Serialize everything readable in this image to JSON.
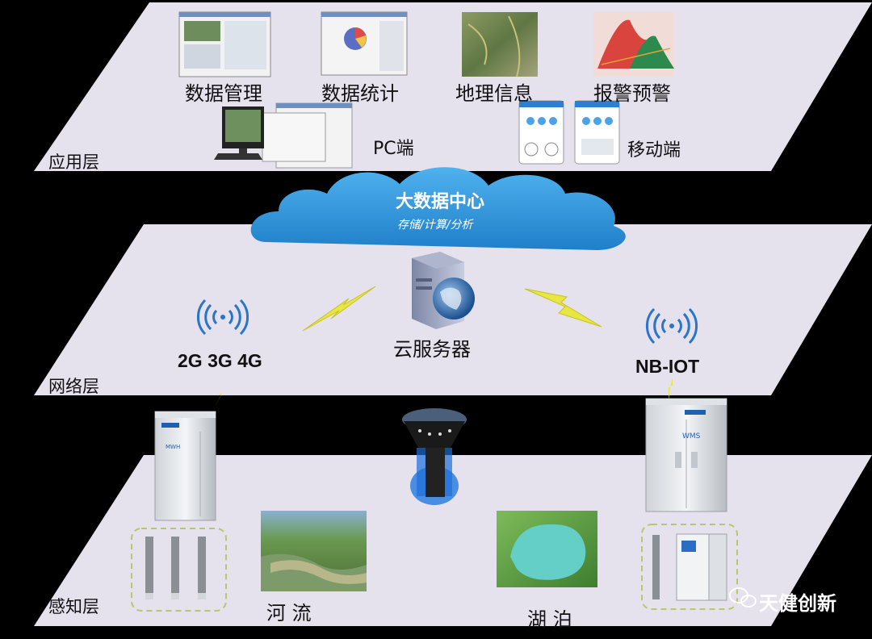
{
  "layers": {
    "application": "应用层",
    "network": "网络层",
    "perception": "感知层"
  },
  "application": {
    "modules": [
      "数据管理",
      "数据统计",
      "地理信息",
      "报警预警"
    ],
    "pc_label": "PC端",
    "mobile_label": "移动端"
  },
  "cloud": {
    "title": "大数据中心",
    "subtitle": "存储/计算/分析"
  },
  "network": {
    "server_label": "云服务器",
    "left_protocol": "2G 3G 4G",
    "right_protocol": "NB-IOT"
  },
  "perception": {
    "river_label": "河 流",
    "lake_label": "湖 泊",
    "left_cabinet_label": "MWH",
    "right_cabinet_label": "WMS"
  },
  "watermark": "天健创新",
  "colors": {
    "plane": "#e5e2ee",
    "cloud": "#2c8fd6",
    "lightning": "#e8e640",
    "signal": "#2a74c9"
  }
}
